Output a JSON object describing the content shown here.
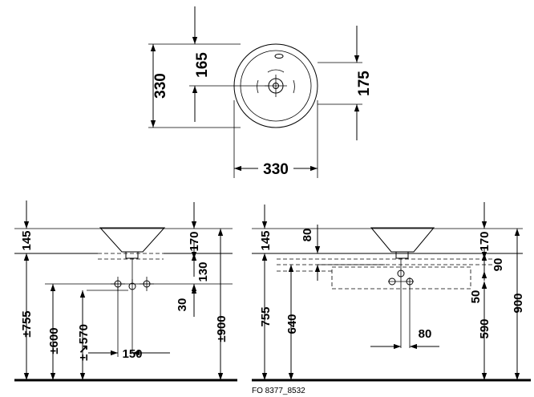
{
  "top_view": {
    "height_total": "330",
    "height_to_drain": "165",
    "drain_to_bottom": "175",
    "width_total": "330"
  },
  "front_view": {
    "top_clearance": "145",
    "basin_height": "170",
    "valve_offset": "130",
    "outlet_offset": "30",
    "height_755": "±755",
    "height_600": "±600",
    "height_570": "±↘570",
    "height_900": "±900",
    "spacing_150": "150"
  },
  "side_view": {
    "top_clearance": "145",
    "gap_80": "80",
    "basin_height": "170",
    "cabinet_90": "90",
    "cabinet_50": "50",
    "height_755": "755",
    "height_640": "640",
    "height_590": "590",
    "height_900": "900",
    "offset_80": "80"
  },
  "reference": "FO 8377_8532"
}
